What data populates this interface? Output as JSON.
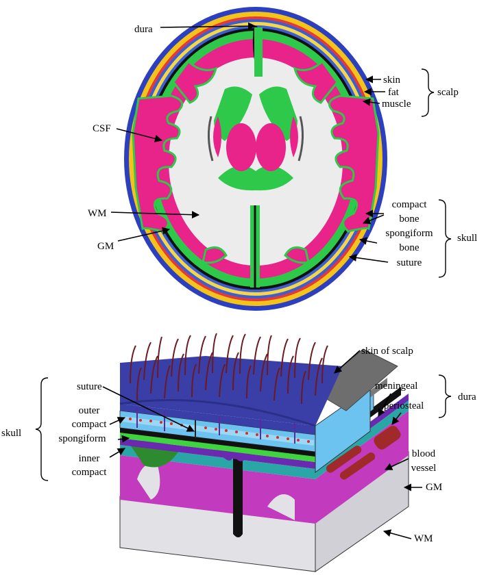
{
  "top_panel": {
    "labels": {
      "dura": "dura",
      "csf": "CSF",
      "wm": "WM",
      "gm": "GM",
      "skin": "skin",
      "fat": "fat",
      "muscle": "muscle",
      "scalp": "scalp",
      "compact_bone": [
        "compact",
        "bone"
      ],
      "spongiform_bone": [
        "spongiform",
        "bone"
      ],
      "suture": "suture",
      "skull": "skull"
    }
  },
  "bottom_panel": {
    "labels": {
      "skin_of_scalp": "skin of scalp",
      "suture": "suture",
      "outer_compact": [
        "outer",
        "compact"
      ],
      "spongiform": "spongiform",
      "inner_compact": [
        "inner",
        "compact"
      ],
      "skull": "skull",
      "meningeal": "meningeal",
      "periosteal": "periosteal",
      "dura": "dura",
      "blood_vessel": [
        "blood",
        "vessel"
      ],
      "gm": "GM",
      "wm": "WM"
    }
  },
  "colors": {
    "gray_matter": "#e8238a",
    "csf": "#2ec84a",
    "white_matter": "#ececec",
    "skin": "#2b3fbf",
    "fat": "#f3c21b",
    "muscle": "#e23a3a",
    "scalp_block": "#3a3fa8",
    "gray_layer": "#7a7a7a",
    "bone_blue": "#6cc3ef",
    "dura_black": "#111111",
    "purple": "#6a2ab0",
    "cortex_magenta": "#c23bbf",
    "teal": "#2aa6a6",
    "hair": "#6b1a22",
    "vessel": "#a02a2a"
  }
}
